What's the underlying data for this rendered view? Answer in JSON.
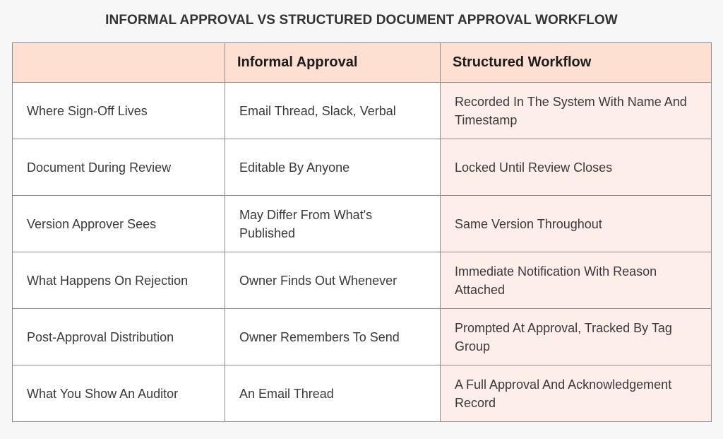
{
  "title": "INFORMAL APPROVAL VS STRUCTURED DOCUMENT APPROVAL WORKFLOW",
  "table": {
    "headers": [
      "",
      "Informal Approval",
      "Structured Workflow"
    ],
    "rows": [
      [
        "Where Sign-Off Lives",
        "Email Thread, Slack, Verbal",
        "Recorded In The System With Name And Timestamp"
      ],
      [
        "Document During Review",
        "Editable By Anyone",
        "Locked Until Review Closes"
      ],
      [
        "Version Approver Sees",
        "May Differ From What's Published",
        "Same Version Throughout"
      ],
      [
        "What Happens On Rejection",
        "Owner Finds Out Whenever",
        "Immediate Notification With Reason Attached"
      ],
      [
        "Post-Approval Distribution",
        "Owner Remembers To Send",
        "Prompted At Approval, Tracked By Tag Group"
      ],
      [
        "What You Show An Auditor",
        "An Email Thread",
        "A Full Approval And Acknowledgement Record"
      ]
    ]
  },
  "colors": {
    "page_background": "#f7f7f7",
    "header_background": "#fde0d2",
    "structured_column_background": "#fdeeea",
    "border": "#8c8c8c",
    "text": "#3a3a3a"
  }
}
